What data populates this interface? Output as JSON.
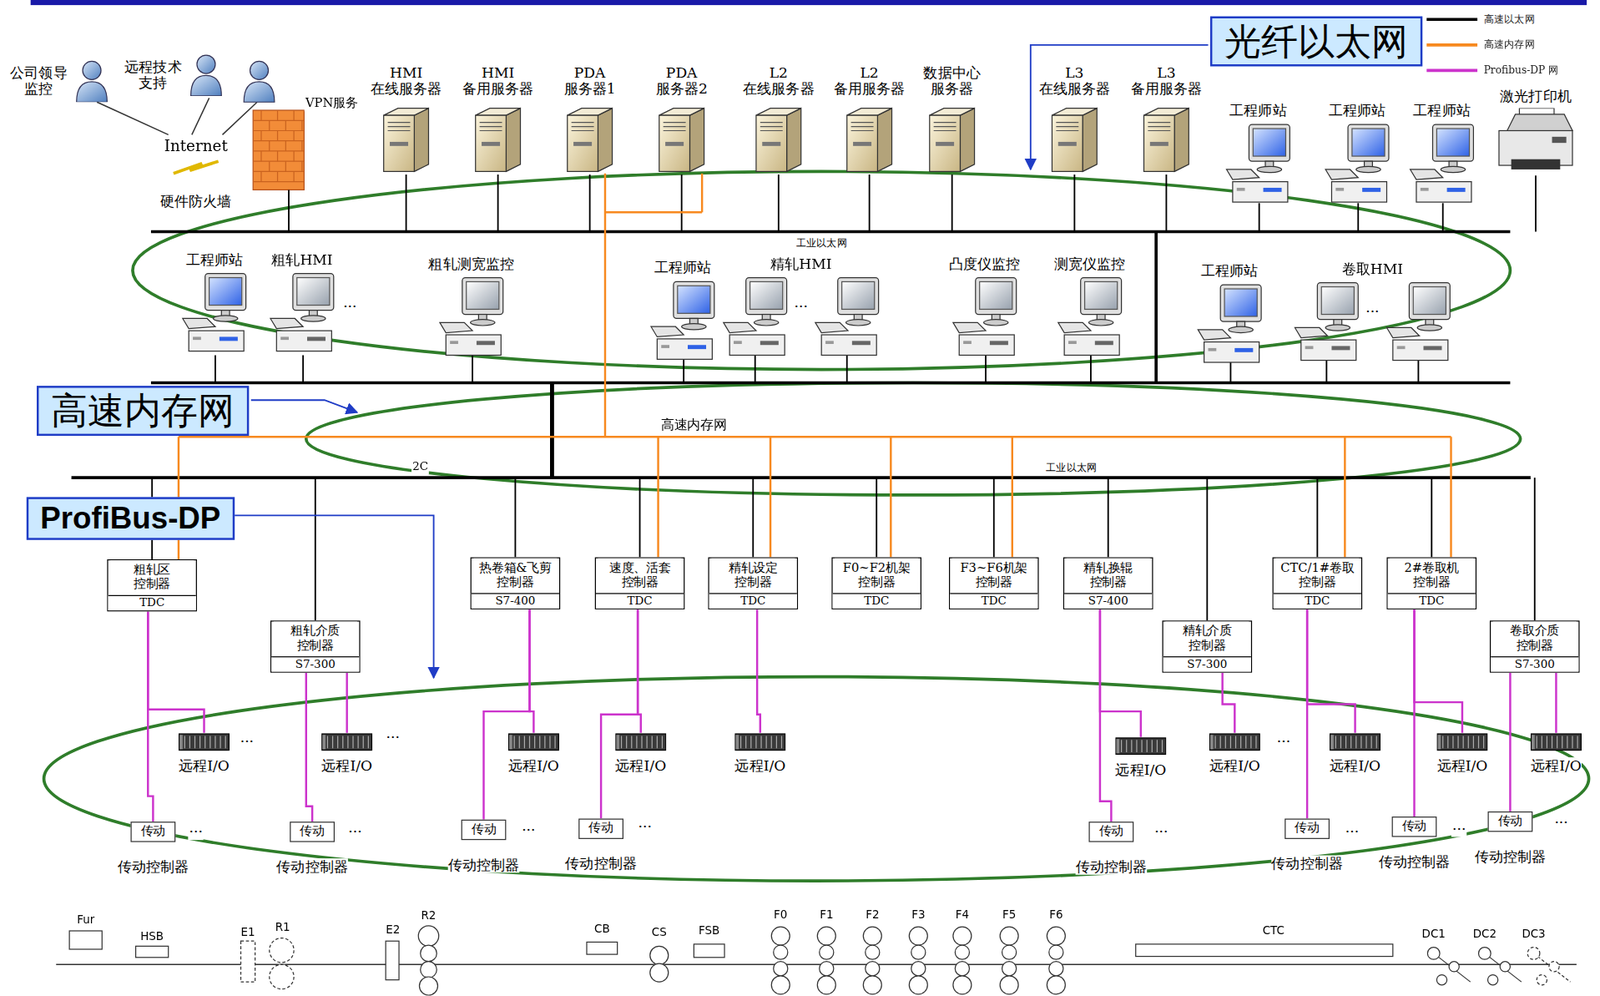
{
  "diagram": {
    "nodes": [
      {
        "text": [
          "公司领导 监控"
        ]
      },
      {
        "text": [
          "远程技术 支持"
        ]
      },
      {
        "text": [
          "HMI 在线服务器"
        ]
      },
      {
        "text": [
          "HMI 备用服务器"
        ]
      },
      {
        "text": [
          "PDA 服务器1"
        ]
      },
      {
        "text": [
          "PDA 服务器2"
        ]
      },
      {
        "text": [
          "L2 在线服务器"
        ]
      },
      {
        "text": [
          "L2 备用服务器"
        ]
      },
      {
        "text": [
          "数据中心 服务器"
        ]
      },
      {
        "text": [
          "L3 在线服务器"
        ]
      },
      {
        "text": [
          "L3 备用服务器"
        ]
      },
      {
        "text": [
          "光纤以太网"
        ]
      },
      {
        "text": [
          "工程师站"
        ]
      },
      {
        "text": [
          "工程师站"
        ]
      },
      {
        "text": [
          "工程师站"
        ]
      },
      {
        "text": [
          "激光打印机"
        ]
      },
      {
        "text": [
          "工程师站"
        ]
      },
      {
        "text": [
          "粗轧HMI"
        ]
      },
      {
        "text": [
          "粗轧测宽监控"
        ]
      },
      {
        "text": [
          "工程师站"
        ]
      },
      {
        "text": [
          "精轧HMI"
        ]
      },
      {
        "text": [
          "凸度仪监控"
        ]
      },
      {
        "text": [
          "测宽仪监控"
        ]
      },
      {
        "text": [
          "工程师站"
        ]
      },
      {
        "text": [
          "卷取HMI"
        ]
      },
      {
        "text": [
          "高速内存网"
        ]
      },
      {
        "text": [
          "ProfiBus-DP"
        ]
      },
      {
        "text": [
          "粗轧区 控制器",
          "TDC"
        ]
      },
      {
        "text": [
          "粗轧介质 控制器",
          "S7-300"
        ]
      },
      {
        "text": [
          "热卷箱&飞剪 控制器",
          "S7-400"
        ]
      },
      {
        "text": [
          "速度、活套 控制器",
          "TDC"
        ]
      },
      {
        "text": [
          "精轧设定 控制器",
          "TDC"
        ]
      },
      {
        "text": [
          "F0~F2机架 控制器",
          "TDC"
        ]
      },
      {
        "text": [
          "F3~F6机架 控制器",
          "TDC"
        ]
      },
      {
        "text": [
          "精轧换辊 控制器",
          "S7-400"
        ]
      },
      {
        "text": [
          "精轧介质 控制器",
          "S7-300"
        ]
      },
      {
        "text": [
          "CTC/1#卷取 控制器",
          "TDC"
        ]
      },
      {
        "text": [
          "2#卷取机 控制器",
          "TDC"
        ]
      },
      {
        "text": [
          "卷取介质 控制器",
          "S7-300"
        ]
      },
      {
        "text": [
          "远程I/O"
        ]
      },
      {
        "text": [
          "远程I/O"
        ]
      },
      {
        "text": [
          "远程I/O"
        ]
      },
      {
        "text": [
          "远程I/O"
        ]
      },
      {
        "text": [
          "远程I/O"
        ]
      },
      {
        "text": [
          "远程I/O"
        ]
      },
      {
        "text": [
          "远程I/O"
        ]
      },
      {
        "text": [
          "远程I/O"
        ]
      },
      {
        "text": [
          "远程I/O"
        ]
      },
      {
        "text": [
          "远程I/O"
        ]
      },
      {
        "text": [
          "传动",
          "传动控制器"
        ]
      },
      {
        "text": [
          "传动",
          "传动控制器"
        ]
      },
      {
        "text": [
          "传动",
          "传动控制器"
        ]
      },
      {
        "text": [
          "传动",
          "传动控制器"
        ]
      },
      {
        "text": [
          "传动",
          "传动控制器"
        ]
      },
      {
        "text": [
          "传动",
          "传动控制器"
        ]
      },
      {
        "text": [
          "传动",
          "传动控制器"
        ]
      },
      {
        "text": [
          "传动",
          "传动控制器"
        ]
      }
    ],
    "edges": [
      {
        "from": 27,
        "to": 39,
        "arrow": "none"
      },
      {
        "from": 27,
        "to": 49,
        "arrow": "none"
      },
      {
        "from": 28,
        "to": 40,
        "arrow": "none"
      },
      {
        "from": 28,
        "to": 50,
        "arrow": "none"
      },
      {
        "from": 29,
        "to": 41,
        "arrow": "none"
      },
      {
        "from": 29,
        "to": 51,
        "arrow": "none"
      },
      {
        "from": 30,
        "to": 42,
        "arrow": "none"
      },
      {
        "from": 30,
        "to": 52,
        "arrow": "none"
      },
      {
        "from": 31,
        "to": 43,
        "arrow": "none"
      },
      {
        "from": 34,
        "to": 44,
        "arrow": "none"
      },
      {
        "from": 34,
        "to": 53,
        "arrow": "none"
      },
      {
        "from": 35,
        "to": 45,
        "arrow": "none"
      },
      {
        "from": 36,
        "to": 46,
        "arrow": "none"
      },
      {
        "from": 36,
        "to": 54,
        "arrow": "none"
      },
      {
        "from": 37,
        "to": 47,
        "arrow": "none"
      },
      {
        "from": 37,
        "to": 55,
        "arrow": "none"
      },
      {
        "from": 38,
        "to": 48,
        "arrow": "none"
      },
      {
        "from": 38,
        "to": 56,
        "arrow": "none"
      }
    ],
    "labels": [
      "Internet",
      "VPN服务",
      "硬件防火墙",
      "工业以太网",
      "高速内存网",
      "2C",
      "工业以太网",
      "···",
      "···",
      "···",
      "···",
      "···",
      "···",
      "···",
      "···",
      "···",
      "···",
      "···",
      "···",
      "···",
      "···",
      "Fur",
      "HSB",
      "E1",
      "R1",
      "E2",
      "R2",
      "CB",
      "CS",
      "FSB",
      "F0",
      "F1",
      "F2",
      "F3",
      "F4",
      "F5",
      "F6",
      "CTC",
      "DC1",
      "DC2",
      "DC3"
    ],
    "legend": [
      {
        "text": "高速以太网",
        "color": "#000000"
      },
      {
        "text": "高速内存网",
        "color": "#f7891f"
      },
      {
        "text": "Profibus-DP 网",
        "color": "#cc33cc"
      }
    ]
  }
}
